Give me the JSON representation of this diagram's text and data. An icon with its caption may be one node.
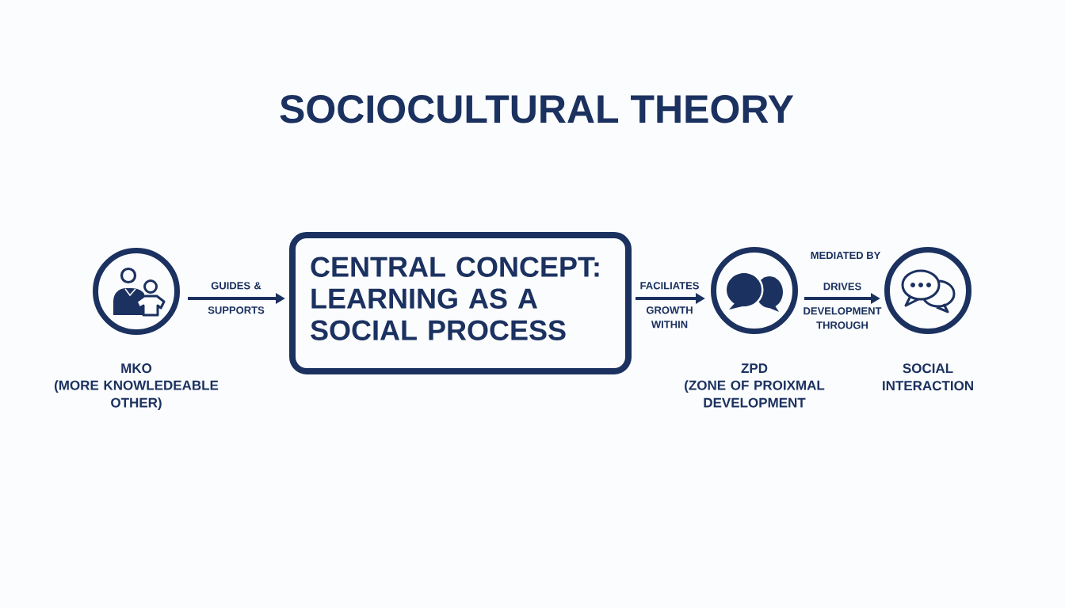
{
  "diagram": {
    "title": "SOCIOCULTURAL THEORY",
    "nodes": [
      {
        "text": [
          "MKO",
          "(MORE KNOWLEDEABLE OTHER)"
        ]
      },
      {
        "text": [
          "CENTRAL CONCEPT: LEARNING AS A SOCIAL PROCESS"
        ]
      },
      {
        "text": [
          "ZPD",
          "(ZONE OF PROIXMAL DEVELOPMENT"
        ]
      },
      {
        "text": [
          "SOCIAL INTERACTION"
        ]
      }
    ],
    "edges": [
      {
        "from": 0,
        "to": 1,
        "arrow": "to",
        "label": "GUIDES & SUPPORTS"
      },
      {
        "from": 1,
        "to": 2,
        "arrow": "to",
        "label": "FACILIATES GROWTH WITHIN"
      },
      {
        "from": 2,
        "to": 3,
        "arrow": "to",
        "label": "DRIVES DEVELOPMENT THROUGH"
      }
    ],
    "labels": [
      "MEDIATED BY"
    ]
  }
}
